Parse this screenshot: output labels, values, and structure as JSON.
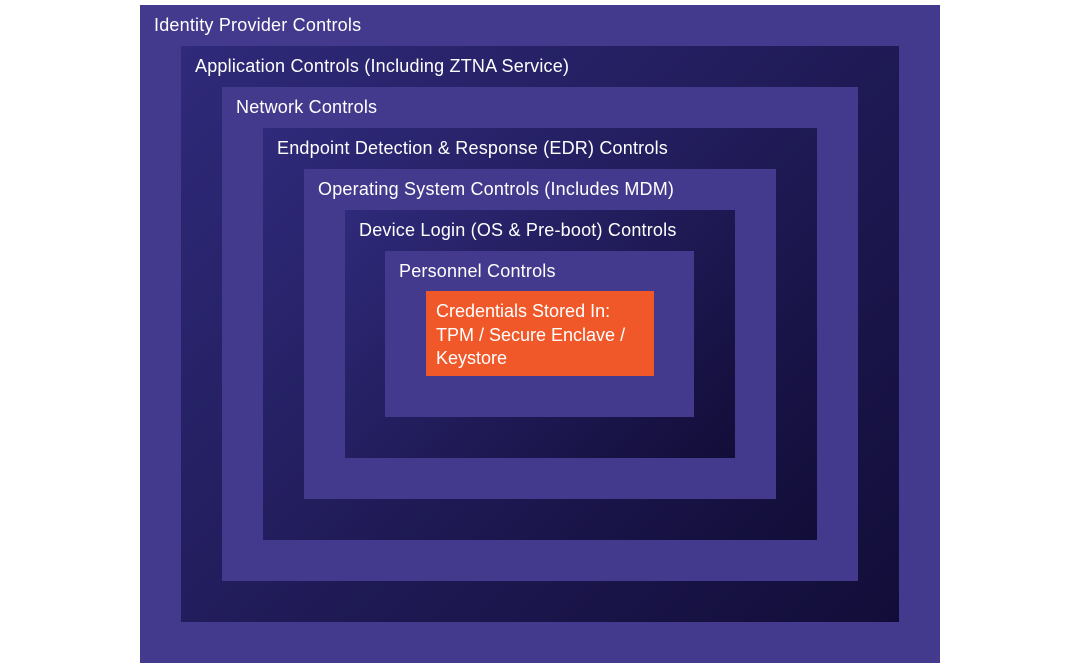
{
  "diagram": {
    "layers": [
      {
        "label": "Identity Provider Controls"
      },
      {
        "label": "Application Controls (Including ZTNA Service)"
      },
      {
        "label": "Network Controls"
      },
      {
        "label": "Endpoint Detection & Response (EDR) Controls"
      },
      {
        "label": "Operating System Controls (Includes MDM)"
      },
      {
        "label": "Device Login (OS & Pre-boot) Controls"
      },
      {
        "label": "Personnel Controls"
      }
    ],
    "core": {
      "lines": [
        "Credentials Stored In:",
        "TPM / Secure Enclave /",
        "Keystore"
      ]
    },
    "colors": {
      "light_layer": "#433a8d",
      "dark_layer": "#1f1a55",
      "core": "#f0582a",
      "text": "#ffffff"
    }
  }
}
